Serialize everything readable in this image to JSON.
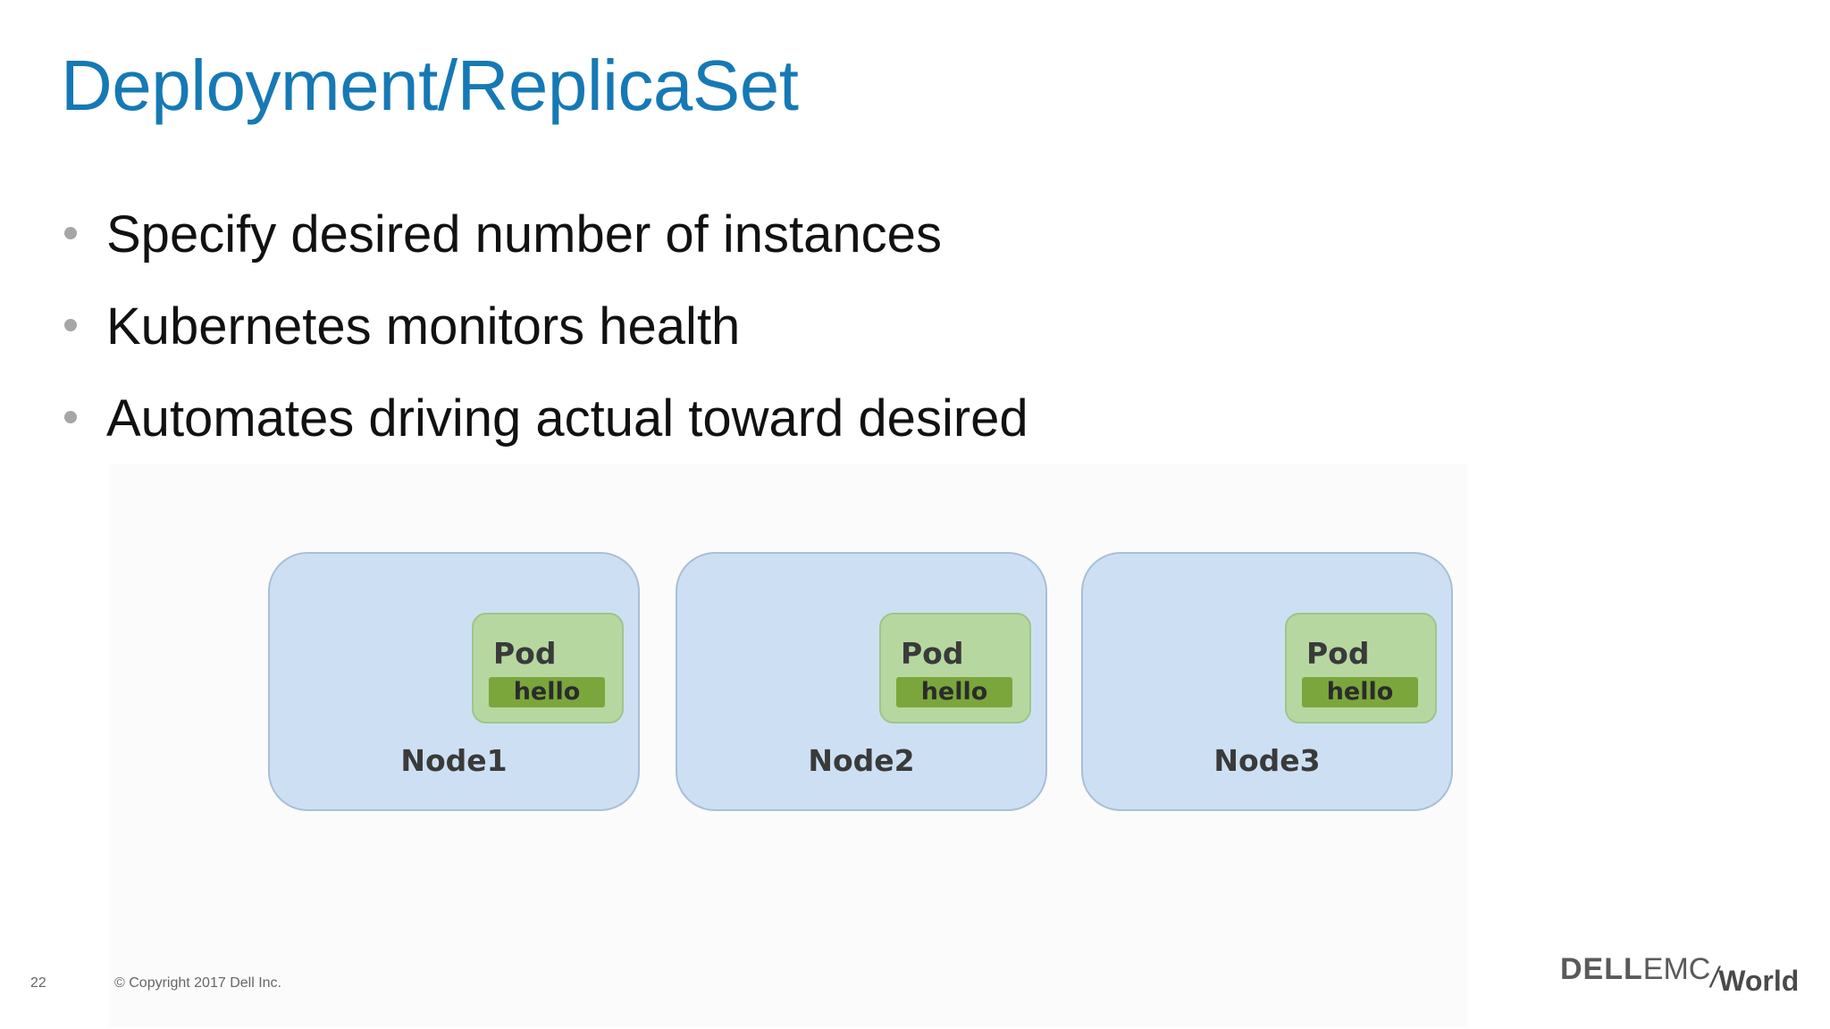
{
  "slide": {
    "title": "Deployment/ReplicaSet",
    "bullets": [
      "Specify desired number of instances",
      "Kubernetes monitors health",
      "Automates driving actual toward desired"
    ]
  },
  "diagram": {
    "nodes": [
      {
        "label": "Node1",
        "pod_label": "Pod",
        "container_label": "hello"
      },
      {
        "label": "Node2",
        "pod_label": "Pod",
        "container_label": "hello"
      },
      {
        "label": "Node3",
        "pod_label": "Pod",
        "container_label": "hello"
      }
    ]
  },
  "footer": {
    "page_number": "22",
    "copyright": "© Copyright 2017 Dell Inc.",
    "logo": {
      "dell": "DELL",
      "emc": "EMC",
      "slash": "/",
      "world": "World"
    }
  },
  "colors": {
    "title": "#1679b5",
    "node_fill": "#cde0f3",
    "pod_fill": "#b6d8a0",
    "container_fill": "#7aa63c",
    "bullet_dot": "#a6a6a6"
  }
}
